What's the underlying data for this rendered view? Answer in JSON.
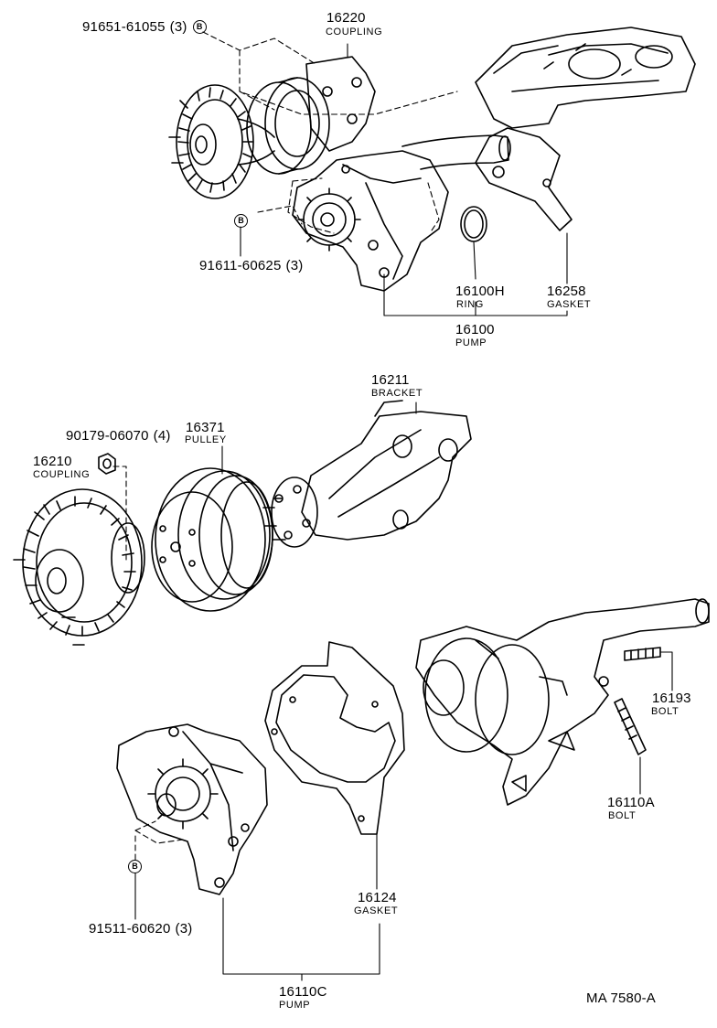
{
  "parts": {
    "coupling_16220": {
      "number": "16220",
      "name": "COUPLING"
    },
    "bolt_91651_61055": {
      "number": "91651-61055",
      "qty": "(3)"
    },
    "bolt_91611_60625": {
      "number": "91611-60625",
      "qty": "(3)"
    },
    "ring_16100H": {
      "number": "16100H",
      "name": "RING"
    },
    "gasket_16258": {
      "number": "16258",
      "name": "GASKET"
    },
    "pump_16100": {
      "number": "16100",
      "name": "PUMP"
    },
    "bracket_16211": {
      "number": "16211",
      "name": "BRACKET"
    },
    "nut_90179_06070": {
      "number": "90179-06070",
      "qty": "(4)"
    },
    "pulley_16371": {
      "number": "16371",
      "name": "PULLEY"
    },
    "coupling_16210": {
      "number": "16210",
      "name": "COUPLING"
    },
    "bolt_16193": {
      "number": "16193",
      "name": "BOLT"
    },
    "bolt_16110A": {
      "number": "16110A",
      "name": "BOLT"
    },
    "gasket_16124": {
      "number": "16124",
      "name": "GASKET"
    },
    "bolt_91511_60620": {
      "number": "91511-60620",
      "qty": "(3)"
    },
    "pump_16110C": {
      "number": "16110C",
      "name": "PUMP"
    }
  },
  "reference_mark": "B",
  "diagram_code": "MA 7580-A"
}
